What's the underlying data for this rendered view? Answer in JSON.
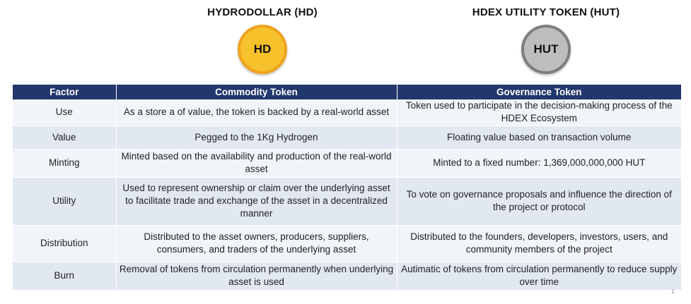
{
  "tokens": {
    "hd": {
      "title": "HYDRODOLLAR (HD)",
      "symbol": "HD",
      "color": "#f7c12c"
    },
    "hut": {
      "title": "HDEX UTILITY TOKEN (HUT)",
      "symbol": "HUT",
      "color": "#bdbdbd"
    }
  },
  "table": {
    "header_color": "#22376b",
    "columns": [
      "Factor",
      "Commodity Token",
      "Governance Token"
    ],
    "rows": [
      {
        "factor": "Use",
        "commodity": "As a store a of value, the token is backed by a real-world asset",
        "governance": "Token used to participate in the decision-making process of the HDEX Ecosystem"
      },
      {
        "factor": "Value",
        "commodity": "Pegged to the 1Kg Hydrogen",
        "governance": "Floating value based on transaction volume"
      },
      {
        "factor": "Minting",
        "commodity": "Minted based on the availability and production of the real-world asset",
        "governance": "Minted to a fixed number: 1,369,000,000,000 HUT"
      },
      {
        "factor": "Utility",
        "commodity": "Used to represent ownership or claim over the underlying asset to facilitate trade and exchange of the asset in a decentralized manner",
        "governance": "To vote on governance proposals and influence the direction of the project or protocol"
      },
      {
        "factor": "Distribution",
        "commodity": "Distributed to the asset owners, producers, suppliers, consumers, and traders of the underlying asset",
        "governance": "Distributed to the founders, developers, investors, users, and community members of the project"
      },
      {
        "factor": "Burn",
        "commodity": "Removal of tokens from circulation permanently when underlying asset is used",
        "governance": "Autimatic of tokens from circulation permanently to reduce supply over time"
      }
    ]
  },
  "page_marker": "1"
}
